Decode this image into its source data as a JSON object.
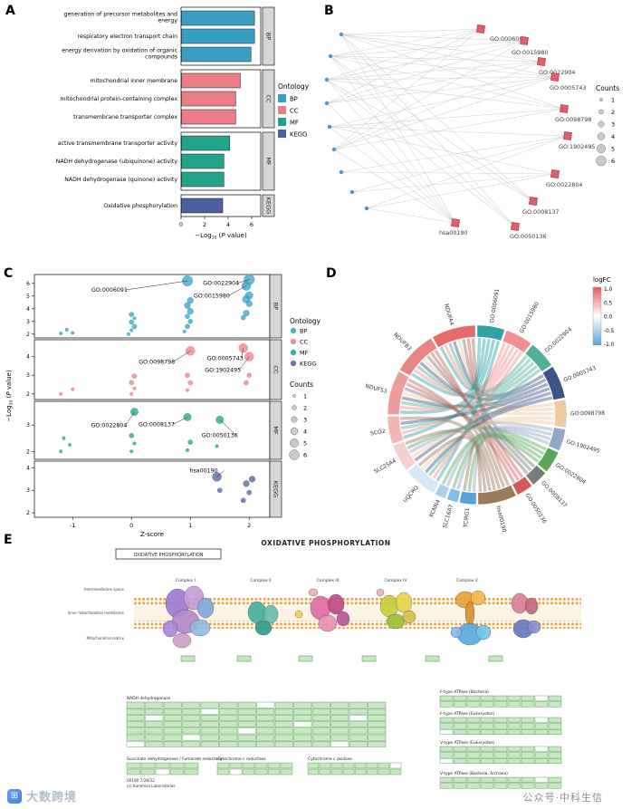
{
  "panels": {
    "a": "A",
    "b": "B",
    "c": "C",
    "d": "D",
    "e": "E"
  },
  "colors": {
    "bp": "#3A9EC2",
    "cc": "#EC7D85",
    "mf": "#23A38B",
    "kegg": "#4F609F",
    "term_node": "#DE606C",
    "term_node_edge": "#B04552",
    "gene_node": "#4C96C8",
    "edge": "#D2D2D2",
    "strip_bg": "#D6D6D6",
    "lfc_pos": "#E05C5C",
    "lfc_neg": "#59A4D6",
    "pathway_green": "#C9E7C2",
    "pathway_green_border": "#3F9243",
    "membrane_dot": "#F0A23C"
  },
  "ontology_legend": {
    "title": "Ontology",
    "items": [
      "BP",
      "CC",
      "MF",
      "KEGG"
    ]
  },
  "counts_legend": {
    "title": "Counts",
    "values": [
      1,
      2,
      3,
      4,
      5,
      6
    ]
  },
  "watermarks": {
    "left": "大数跨境",
    "right": "公众号·中科生信"
  },
  "chart_data": [
    {
      "panel": "A",
      "type": "bar",
      "xlabel": "-Log10(P value)",
      "xticks": [
        0,
        2,
        4,
        6
      ],
      "xlim": [
        0,
        6.8
      ],
      "legend_title": "Ontology",
      "groups": [
        {
          "ontology": "BP",
          "terms": [
            "generation of precursor metabolites and energy",
            "respiratory electron transport chain",
            "energy derivation by oxidation of organic compounds"
          ],
          "values": [
            6.2,
            6.2,
            5.9
          ]
        },
        {
          "ontology": "CC",
          "terms": [
            "mitochondrial inner membrane",
            "mitochondrial protein-containing complex",
            "transmembrane transporter complex"
          ],
          "values": [
            5.0,
            4.6,
            4.6
          ]
        },
        {
          "ontology": "MF",
          "terms": [
            "active transmembrane transporter activity",
            "NADH dehydrogenase (ubiquinone) activity",
            "NADH dehydrogenase (quinone) activity"
          ],
          "values": [
            4.1,
            3.6,
            3.6
          ]
        },
        {
          "ontology": "KEGG",
          "terms": [
            "Oxidative phosphorylation"
          ],
          "values": [
            3.5
          ]
        }
      ]
    },
    {
      "panel": "B",
      "type": "network",
      "term_nodes": [
        "GO:0006091",
        "GO:0015980",
        "GO:0022904",
        "GO:0005743",
        "GO:0098798",
        "GO:1902495",
        "GO:0022804",
        "GO:0008137",
        "GO:0050136",
        "hsa00190"
      ],
      "gene_nodes": [
        "NDUFA4",
        "NDUFB3",
        "NDUFS3",
        "SCO2",
        "SLC25A4",
        "UQCRQ",
        "KCNN4",
        "SLC16A7",
        "TCIRG1"
      ],
      "edges": [
        {
          "gene": 0,
          "terms": [
            0,
            1,
            2,
            3,
            4,
            7,
            8,
            9
          ]
        },
        {
          "gene": 1,
          "terms": [
            0,
            1,
            2,
            3,
            4,
            7,
            8,
            9
          ]
        },
        {
          "gene": 2,
          "terms": [
            0,
            1,
            2,
            3,
            4,
            7,
            8,
            9
          ]
        },
        {
          "gene": 3,
          "terms": [
            0,
            1,
            2,
            3,
            9
          ]
        },
        {
          "gene": 4,
          "terms": [
            3,
            4,
            5,
            6,
            9
          ]
        },
        {
          "gene": 5,
          "terms": [
            0,
            1,
            2,
            3,
            4,
            9
          ]
        },
        {
          "gene": 6,
          "terms": [
            5,
            6
          ]
        },
        {
          "gene": 7,
          "terms": [
            5,
            6
          ]
        },
        {
          "gene": 8,
          "terms": [
            5,
            6,
            9
          ]
        }
      ]
    },
    {
      "panel": "C",
      "type": "scatter",
      "xlabel": "Z-score",
      "ylabel": "-Log10(P value)",
      "xticks": [
        -1,
        0,
        1,
        2
      ],
      "xlim": [
        -1.65,
        2.35
      ],
      "legend_title": "Ontology",
      "facets": [
        {
          "ontology": "BP",
          "yticks": [
            2,
            3,
            4,
            5,
            6
          ],
          "ylim": [
            1.7,
            6.7
          ],
          "points": [
            [
              -1.2,
              2.05,
              1
            ],
            [
              -1.1,
              2.35,
              1
            ],
            [
              -1.0,
              2.1,
              1
            ],
            [
              -0.05,
              2.0,
              1
            ],
            [
              0.0,
              2.3,
              1
            ],
            [
              0.05,
              2.6,
              2
            ],
            [
              0.0,
              2.95,
              2
            ],
            [
              0.05,
              3.25,
              1
            ],
            [
              0.0,
              3.55,
              2
            ],
            [
              0.9,
              2.2,
              1
            ],
            [
              0.95,
              2.6,
              2
            ],
            [
              1.0,
              3.0,
              2
            ],
            [
              0.95,
              3.4,
              2
            ],
            [
              1.0,
              3.8,
              3
            ],
            [
              0.95,
              4.25,
              3
            ],
            [
              1.0,
              4.65,
              3
            ],
            [
              0.95,
              6.2,
              6
            ],
            [
              1.9,
              3.3,
              2
            ],
            [
              1.95,
              3.65,
              3
            ],
            [
              2.0,
              4.4,
              3
            ],
            [
              1.95,
              4.75,
              4
            ],
            [
              2.0,
              5.05,
              4
            ],
            [
              1.95,
              5.8,
              5
            ],
            [
              2.0,
              6.3,
              6
            ]
          ],
          "labels": [
            {
              "text": "GO:0006091",
              "point": [
                0.95,
                6.2
              ]
            },
            {
              "text": "GO:0022904",
              "point": [
                2.0,
                6.3
              ]
            },
            {
              "text": "GO:0015980",
              "point": [
                1.95,
                5.8
              ]
            }
          ]
        },
        {
          "ontology": "CC",
          "yticks": [
            2,
            3,
            4
          ],
          "ylim": [
            1.7,
            4.9
          ],
          "points": [
            [
              -1.2,
              2.0,
              1
            ],
            [
              -1.0,
              2.25,
              1
            ],
            [
              0.0,
              2.0,
              1
            ],
            [
              0.05,
              2.3,
              1
            ],
            [
              0.0,
              2.6,
              2
            ],
            [
              0.05,
              2.95,
              2
            ],
            [
              0.95,
              2.2,
              1
            ],
            [
              1.0,
              2.6,
              2
            ],
            [
              0.95,
              3.0,
              2
            ],
            [
              1.0,
              4.3,
              5
            ],
            [
              1.95,
              2.6,
              2
            ],
            [
              2.0,
              3.0,
              2
            ],
            [
              1.9,
              4.45,
              5
            ],
            [
              2.0,
              4.0,
              5
            ]
          ],
          "labels": [
            {
              "text": "GO:0098798",
              "point": [
                1.0,
                4.3
              ]
            },
            {
              "text": "GO:0005743",
              "point": [
                1.9,
                4.45
              ]
            },
            {
              "text": "GO:1902495",
              "point": [
                2.0,
                4.0
              ]
            }
          ]
        },
        {
          "ontology": "MF",
          "yticks": [
            2,
            3
          ],
          "ylim": [
            1.7,
            3.9
          ],
          "points": [
            [
              -1.2,
              2.0,
              1
            ],
            [
              -1.05,
              2.25,
              1
            ],
            [
              -1.15,
              2.5,
              1
            ],
            [
              0.0,
              2.0,
              1
            ],
            [
              0.05,
              2.3,
              1
            ],
            [
              0.0,
              2.6,
              2
            ],
            [
              0.05,
              3.5,
              4
            ],
            [
              0.95,
              2.05,
              1
            ],
            [
              1.0,
              2.35,
              2
            ],
            [
              0.95,
              3.3,
              4
            ],
            [
              1.5,
              3.2,
              4
            ],
            [
              1.45,
              2.2,
              1
            ]
          ],
          "labels": [
            {
              "text": "GO:0022804",
              "point": [
                0.05,
                3.5
              ]
            },
            {
              "text": "GO:0008137",
              "point": [
                0.95,
                3.3
              ]
            },
            {
              "text": "GO:0050136",
              "point": [
                1.5,
                3.2
              ]
            }
          ]
        },
        {
          "ontology": "KEGG",
          "yticks": [
            2,
            3,
            4
          ],
          "ylim": [
            1.8,
            4.3
          ],
          "points": [
            [
              1.45,
              3.6,
              5
            ],
            [
              1.5,
              3.0,
              2
            ],
            [
              1.95,
              3.3,
              3
            ],
            [
              2.0,
              2.9,
              2
            ],
            [
              1.9,
              2.55,
              2
            ],
            [
              2.05,
              3.5,
              3
            ]
          ],
          "labels": [
            {
              "text": "hsa00190",
              "point": [
                1.45,
                3.6
              ]
            }
          ]
        }
      ]
    },
    {
      "panel": "D",
      "type": "chord",
      "legend_title": "logFC",
      "legend_ticks": [
        "1.0",
        "0.5",
        "0.0",
        "-0.5",
        "-1.0"
      ],
      "genes": [
        {
          "name": "NDUFA4",
          "logFC": 0.9
        },
        {
          "name": "NDUFB3",
          "logFC": 0.75
        },
        {
          "name": "NDUFS3",
          "logFC": 0.6
        },
        {
          "name": "SCO2",
          "logFC": 0.45
        },
        {
          "name": "SLC25A4",
          "logFC": 0.3
        },
        {
          "name": "UQCRQ",
          "logFC": -0.25
        },
        {
          "name": "KCNN4",
          "logFC": -0.5
        },
        {
          "name": "SLC16A7",
          "logFC": -0.75
        },
        {
          "name": "TCIRG1",
          "logFC": -1.0
        }
      ],
      "terms": [
        {
          "name": "GO:0006091",
          "color": "#2FA3A3"
        },
        {
          "name": "GO:0015980",
          "color": "#F09090"
        },
        {
          "name": "GO:0022904",
          "color": "#52B09A"
        },
        {
          "name": "GO:0005743",
          "color": "#3C5488"
        },
        {
          "name": "GO:0098798",
          "color": "#EFC9A2"
        },
        {
          "name": "GO:1902495",
          "color": "#94A7C4"
        },
        {
          "name": "GO:0022804",
          "color": "#5BA85B"
        },
        {
          "name": "GO:0008137",
          "color": "#7A7A7A"
        },
        {
          "name": "GO:0050136",
          "color": "#D45A5A"
        },
        {
          "name": "hsa00190",
          "color": "#9A7B5C"
        }
      ]
    },
    {
      "panel": "E",
      "type": "pathway",
      "title": "OXIDATIVE PHOSPHORYLATION",
      "box_label": "OXIDATIVE PHOSPHORYLATION",
      "complexes": [
        "Complex I",
        "Complex II",
        "Complex III",
        "Complex IV",
        "Complex V"
      ],
      "compartments": [
        "Intermembrane space",
        "Inner mitochondrial membrane",
        "Mitochondrial matrix"
      ],
      "tables": [
        {
          "caption": "NADH dehydrogenase",
          "rows": 7,
          "cols": 14
        },
        {
          "caption": "Succinate dehydrogenase / Fumarate reductase",
          "rows": 2,
          "cols": 5
        },
        {
          "caption": "Cytochrome c reductase",
          "rows": 2,
          "cols": 6
        },
        {
          "caption": "Cytochrome c oxidase",
          "rows": 2,
          "cols": 8
        },
        {
          "caption": "F-type ATPase (Bacteria)",
          "rows": 2,
          "cols": 9
        },
        {
          "caption": "F-type ATPase (Eukaryotes)",
          "rows": 3,
          "cols": 9
        },
        {
          "caption": "V-type ATPase (Eukaryotes)",
          "rows": 3,
          "cols": 9
        },
        {
          "caption": "V-type ATPase (Bacteria, Archaea)",
          "rows": 2,
          "cols": 9
        }
      ],
      "credit": [
        "00190 7/28/22",
        "(c) Kanehisa Laboratories"
      ]
    }
  ]
}
